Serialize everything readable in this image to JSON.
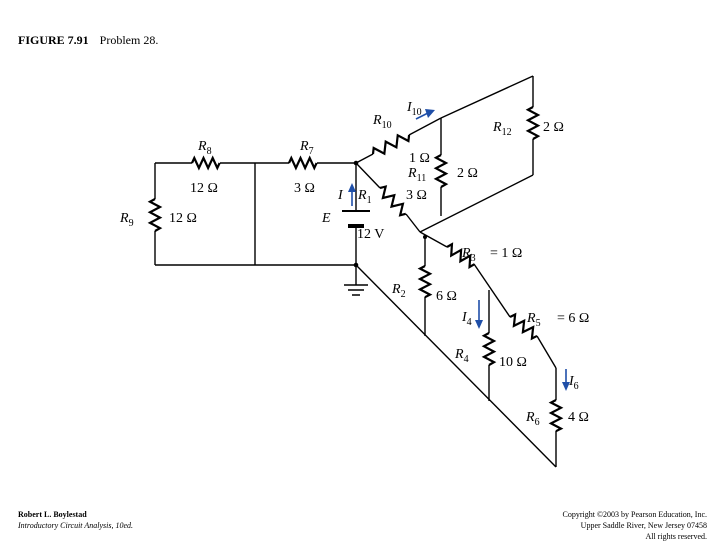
{
  "caption": {
    "figure": "FIGURE 7.91",
    "problem": "Problem 28."
  },
  "footer": {
    "author": "Robert L. Boylestad",
    "book": "Introductory Circuit Analysis, 10ed.",
    "copyright": "Copyright ©2003 by Pearson Education, Inc.",
    "address": "Upper Saddle River, New Jersey 07458",
    "rights": "All rights reserved."
  },
  "circuit": {
    "R8": {
      "letter": "R",
      "sub": "8",
      "value": "12 Ω"
    },
    "R7": {
      "letter": "R",
      "sub": "7",
      "value": "3 Ω"
    },
    "R9": {
      "letter": "R",
      "sub": "9",
      "value": "12 Ω"
    },
    "R10": {
      "letter": "R",
      "sub": "10",
      "value": "1 Ω"
    },
    "R11": {
      "letter": "R",
      "sub": "11",
      "value": "2 Ω"
    },
    "R12": {
      "letter": "R",
      "sub": "12",
      "value": "2 Ω"
    },
    "R1": {
      "letter": "R",
      "sub": "1",
      "value": "3 Ω"
    },
    "R2": {
      "letter": "R",
      "sub": "2",
      "value": "6 Ω"
    },
    "R3": {
      "letter": "R",
      "sub": "3",
      "value": "= 1 Ω"
    },
    "R4": {
      "letter": "R",
      "sub": "4",
      "value": "10 Ω"
    },
    "R5": {
      "letter": "R",
      "sub": "5",
      "value": "= 6 Ω"
    },
    "R6": {
      "letter": "R",
      "sub": "6",
      "value": "4 Ω"
    },
    "E": {
      "letter": "E",
      "value": "12 V"
    },
    "I": {
      "letter": "I"
    },
    "I10": {
      "letter": "I",
      "sub": "10"
    },
    "I4": {
      "letter": "I",
      "sub": "4"
    },
    "I6": {
      "letter": "I",
      "sub": "6"
    },
    "colors": {
      "arrow": "#1f4fa8",
      "wire": "#000000"
    }
  }
}
